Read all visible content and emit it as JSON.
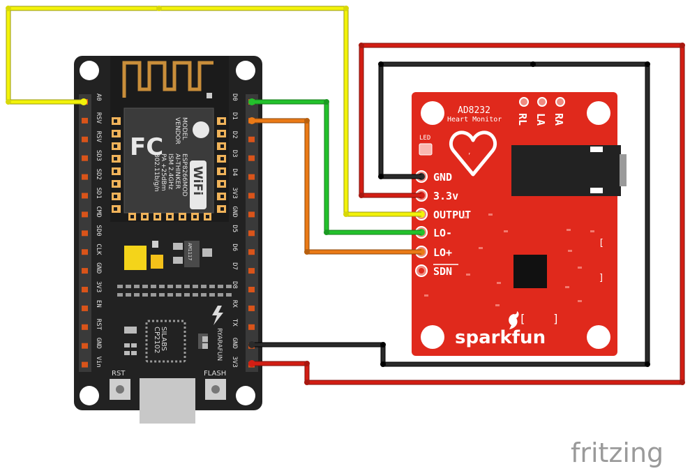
{
  "watermark": "fritzing",
  "nodemcu": {
    "left_pins": [
      "A0",
      "RSV",
      "RSV",
      "SD3",
      "SD2",
      "SD1",
      "CMD",
      "SD0",
      "CLK",
      "GND",
      "3V3",
      "EN",
      "RST",
      "GND",
      "Vin"
    ],
    "right_pins": [
      "D0",
      "D1",
      "D2",
      "D3",
      "D4",
      "3V3",
      "GND",
      "D5",
      "D6",
      "D7",
      "D8",
      "RX",
      "TX",
      "GND",
      "3V3"
    ],
    "module": {
      "fcc": "FC",
      "model_lines": [
        "MODEL",
        "VENDOR",
        "ISM 2.4GHz",
        "PA +25dBm",
        "802.11b/g/n"
      ],
      "model_values": [
        "ESP8266MOD",
        "AI-THINKER"
      ],
      "wifi": "WiFi"
    },
    "regulator": "AM1117",
    "usb_chip": [
      "SILABS",
      "CP2102"
    ],
    "brand": "RYARAFUN",
    "buttons": {
      "rst": "RST",
      "flash": "FLASH"
    }
  },
  "ad8232": {
    "title": "AD8232",
    "subtitle": "Heart Monitor",
    "led": "LED",
    "electrodes": [
      "RL",
      "LA",
      "RA"
    ],
    "pins": [
      "GND",
      "3.3v",
      "OUTPUT",
      "LO-",
      "LO+",
      "SDN"
    ],
    "logo": "sparkfun",
    "colors": {
      "board": "#e0291c"
    }
  },
  "wires": [
    {
      "from": "A0",
      "to": "OUTPUT",
      "color": "#f2f20a"
    },
    {
      "from": "D0",
      "to": "LO-",
      "color": "#23c12c"
    },
    {
      "from": "D1",
      "to": "LO+",
      "color": "#ea7a16"
    },
    {
      "from": "GND",
      "to": "GND",
      "color": "#1a1a1a"
    },
    {
      "from": "3V3",
      "to": "3.3v",
      "color": "#d21e14"
    }
  ]
}
